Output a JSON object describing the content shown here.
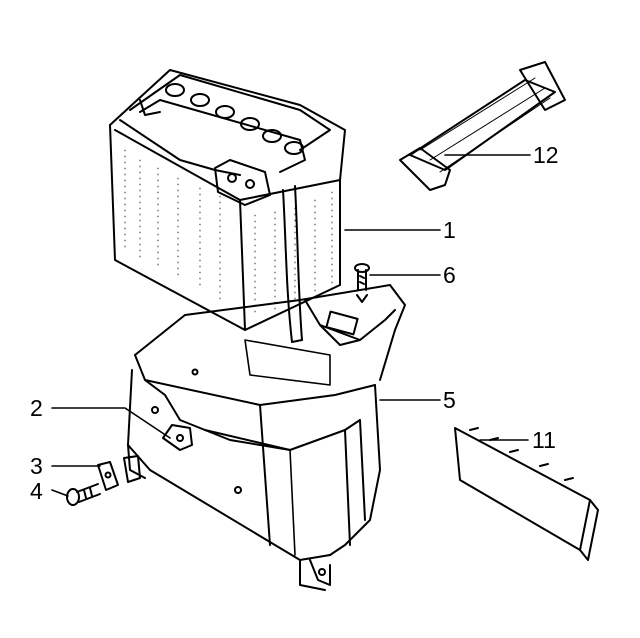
{
  "diagram": {
    "callouts": [
      {
        "id": "battery",
        "label": "1"
      },
      {
        "id": "tray-clip",
        "label": "2"
      },
      {
        "id": "washer",
        "label": "3"
      },
      {
        "id": "screw",
        "label": "4"
      },
      {
        "id": "battery-box",
        "label": "5"
      },
      {
        "id": "top-screw",
        "label": "6"
      },
      {
        "id": "cover-panel",
        "label": "11"
      },
      {
        "id": "strap",
        "label": "12"
      }
    ]
  },
  "colors": {
    "ink": "#000000",
    "paper": "#ffffff"
  }
}
